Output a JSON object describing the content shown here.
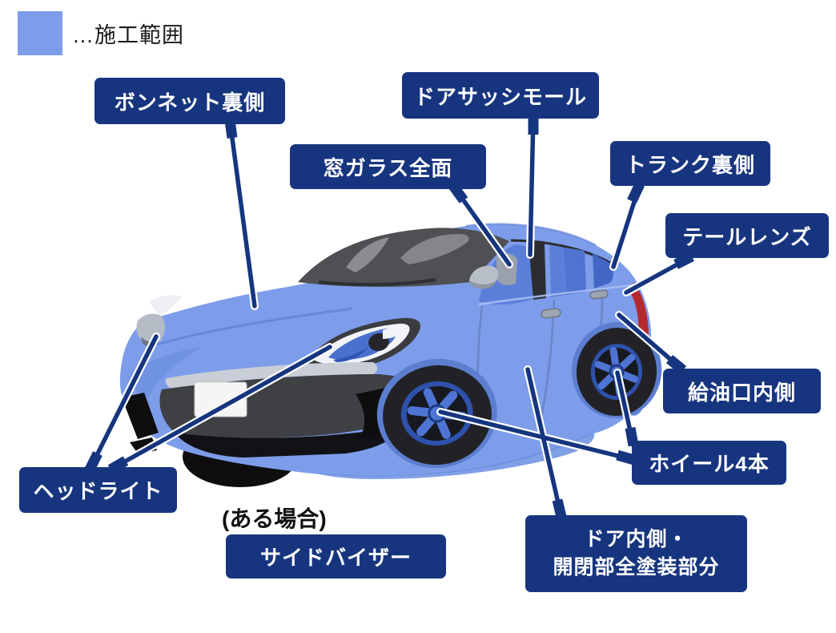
{
  "legend": {
    "label": "…施工範囲",
    "swatch_color": "#7d9dea"
  },
  "labels": {
    "bonnet": "ボンネット裏側",
    "door_sash": "ドアサッシモール",
    "window_glass": "窓ガラス全面",
    "trunk": "トランク裏側",
    "tail_lens": "テールレンズ",
    "fuel_filler": "給油口内側",
    "headlight": "ヘッドライト",
    "wheels": "ホイール4本",
    "side_visor_note": "(ある場合)",
    "side_visor": "サイドバイザー",
    "door_inside": "ドア内側・\n開閉部全塗装部分"
  },
  "colors": {
    "label_bg": "#17357f",
    "label_text": "#ffffff",
    "leader_line": "#16357f",
    "car_body_blue": "#7d9dea",
    "tail_lens_red": "#b5282e",
    "legend_text": "#1a1a1a"
  }
}
